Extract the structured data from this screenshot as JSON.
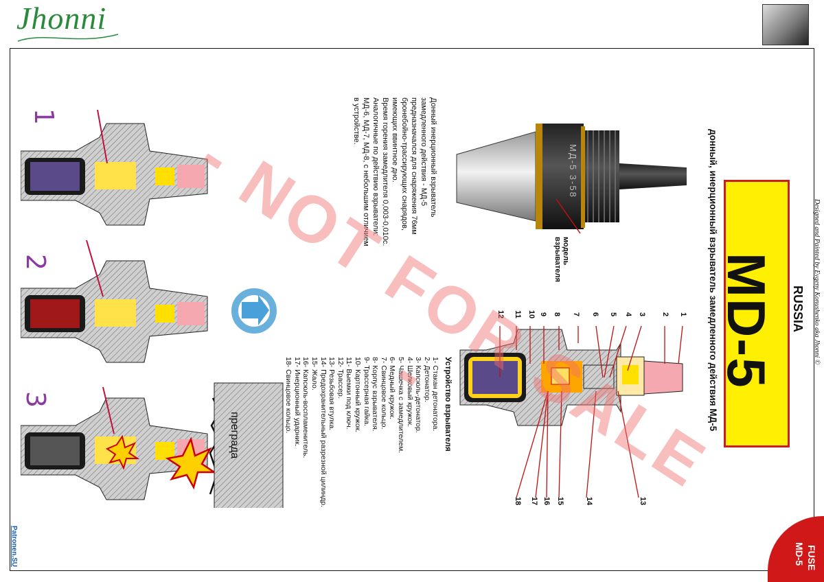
{
  "brand": {
    "logo_text": "Jhonni"
  },
  "header": {
    "country": "RUSSIA",
    "model_title": "MD-5",
    "subtitle": "донный, инерционный взрыватель замедленного действия МД-5",
    "credit": "Designed and Painted by Evgeny Konushenko aka Jhonni ©"
  },
  "photo_caption": "модель взрывателя",
  "fuse_marking": "МД-5   3-58",
  "description": [
    "Донный инерционный взрыватель",
    "замедленного действия - МД-5",
    "предназначался для снаряжения 76мм",
    "бронебойно-трассирующих снарядов,",
    "имеющих ввинтное дно.",
    "Время горения замедлителя 0,003-0,010с.",
    "Аналогичные по действию взрыватели:",
    "МД-6, МД-7, МД-8, с небольшим отличием",
    "в устройстве."
  ],
  "parts_heading": "Устройство взрывателя",
  "parts": [
    "1- Стакан детонатора.",
    "2- Детонатор.",
    "3- Капсюль-детонатор.",
    "4- Шелковый кружок.",
    "5- Чашечка с замедлителем.",
    "6- Медный кружок.",
    "7- Свинцовое кольцо.",
    "8- Корпус взрывателя.",
    "9- Трассерная гайка.",
    "10- Картонный кружок.",
    "11- Выемки под ключ.",
    "12- Трассер.",
    "13- Резьбовая втулка.",
    "14- Предохранительный разрезной цилиндр.",
    "15- Жало.",
    "16- Капсюль-воспламенитель.",
    "17- Инерционный ударник.",
    "18- Свинцовое кольцо."
  ],
  "callouts_top": [
    "12",
    "11",
    "10",
    "9",
    "8",
    "7",
    "6",
    "5",
    "4",
    "3",
    "2",
    "1"
  ],
  "callouts_bottom": [
    "18",
    "17",
    "16",
    "15",
    "14",
    "13"
  ],
  "stages": [
    "1",
    "2",
    "3"
  ],
  "obstacle_label": "преграда",
  "watermark_text": "- NOT FOR SALE -",
  "corner_tab": {
    "line1": "FUSE",
    "line2": "MD-5"
  },
  "side_url": "Patronen.SU",
  "colors": {
    "title_bg": "#ffef00",
    "title_border": "#c81e1e",
    "watermark": "#f08080",
    "tab": "#d01818",
    "logo": "#2a8a3c"
  }
}
